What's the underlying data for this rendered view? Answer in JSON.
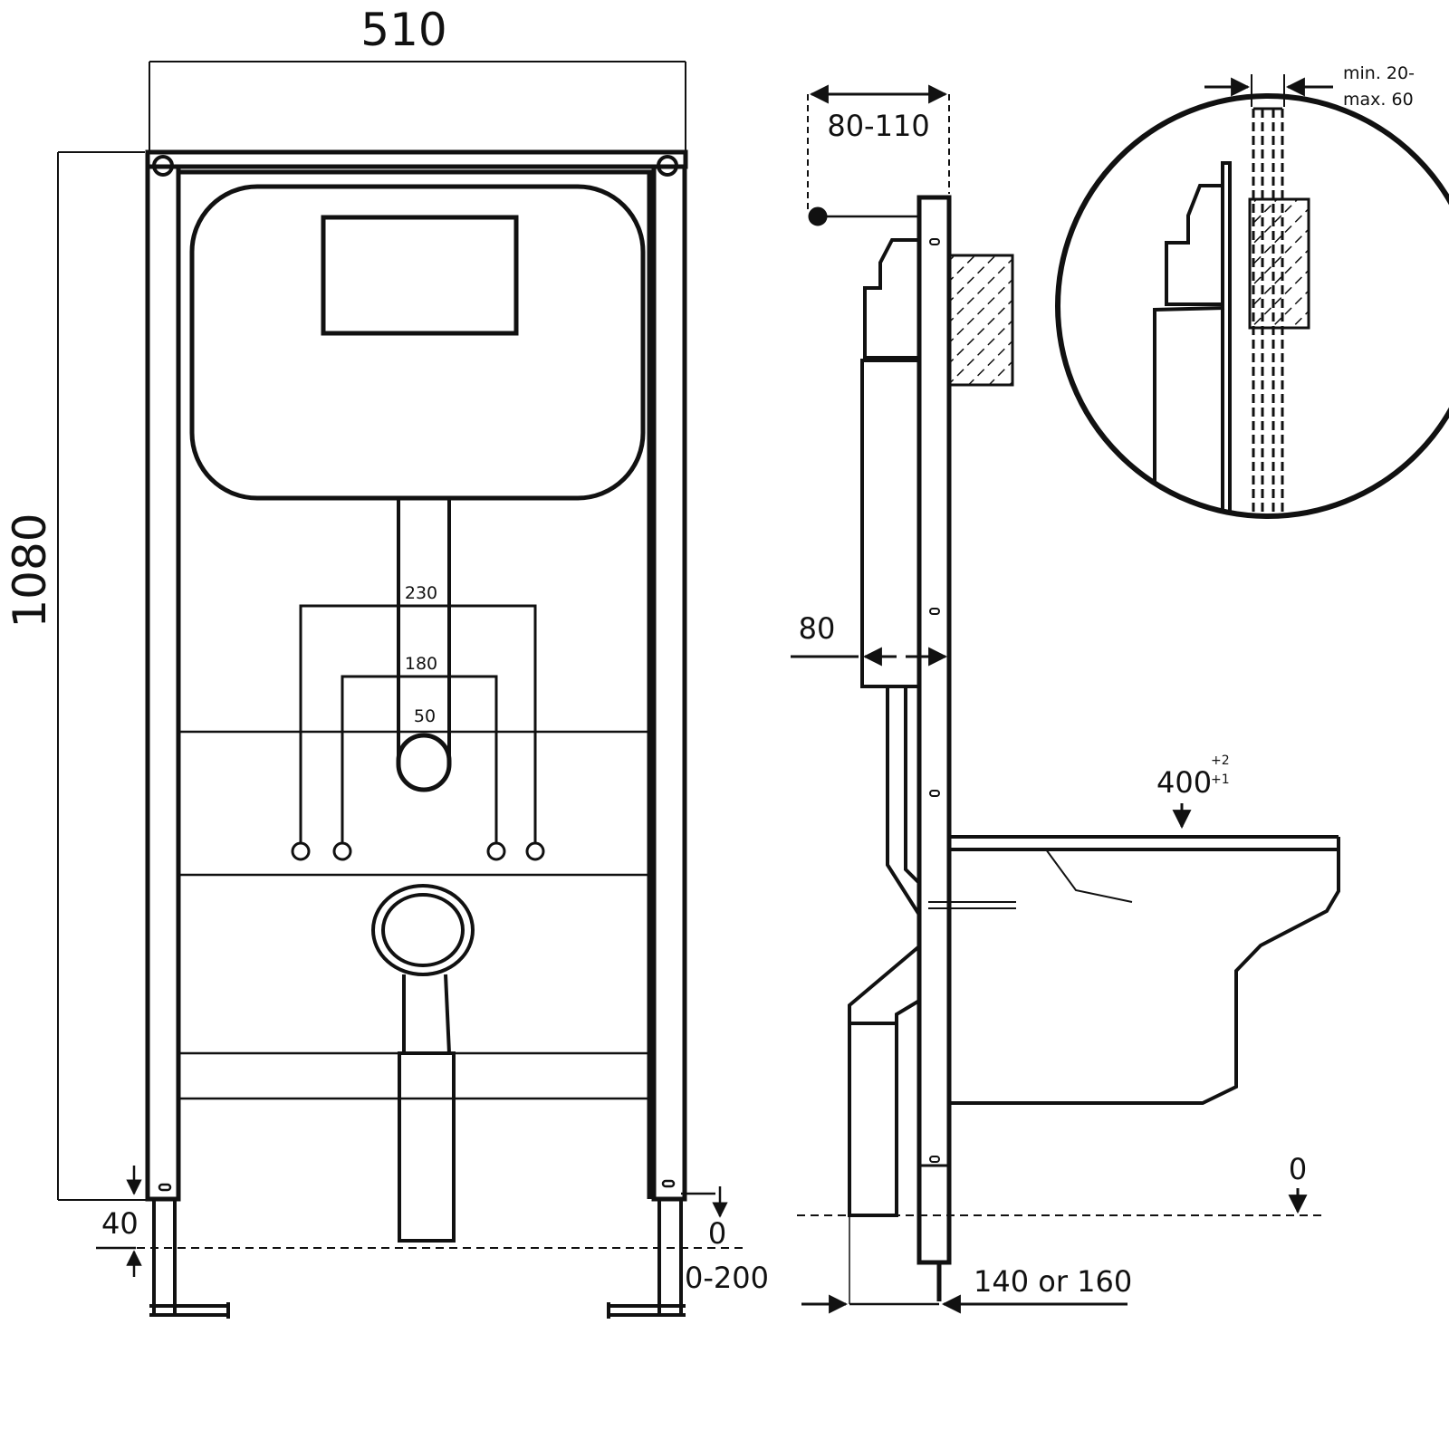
{
  "front_view": {
    "width_label": "510",
    "height_label": "1080",
    "outer_spacing_label": "230",
    "inner_spacing_label": "180",
    "pipe_label": "50",
    "floor_offset_label": "40",
    "leg_adjust_label": "0-200",
    "floor_symbol": "0"
  },
  "side_view": {
    "button_offset_label": "80-110",
    "cistern_depth_label": "80",
    "bowl_height_label": "400",
    "bowl_height_tol_upper": "+2",
    "bowl_height_tol_lower": "+1",
    "floor_symbol": "0",
    "foot_depth_label": "140 or 160"
  },
  "detail_view": {
    "wall_thickness_min": "min. 20-",
    "wall_thickness_max": "max. 60"
  },
  "colors": {
    "line": "#111111",
    "background": "#ffffff"
  }
}
